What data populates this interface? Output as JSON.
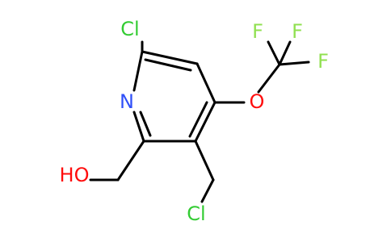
{
  "molecule": {
    "atoms": {
      "cl_ring": "Cl",
      "n_ring": "N",
      "o_ether": "O",
      "f_top_left": "F",
      "f_top_right": "F",
      "f_right": "F",
      "hydroxyl": "HO",
      "cl_methyl": "Cl"
    },
    "colors": {
      "bond": "#000000",
      "chlorine": "#33cc33",
      "nitrogen": "#3050f8",
      "oxygen": "#ff0d0d",
      "fluorine": "#90e050"
    }
  }
}
